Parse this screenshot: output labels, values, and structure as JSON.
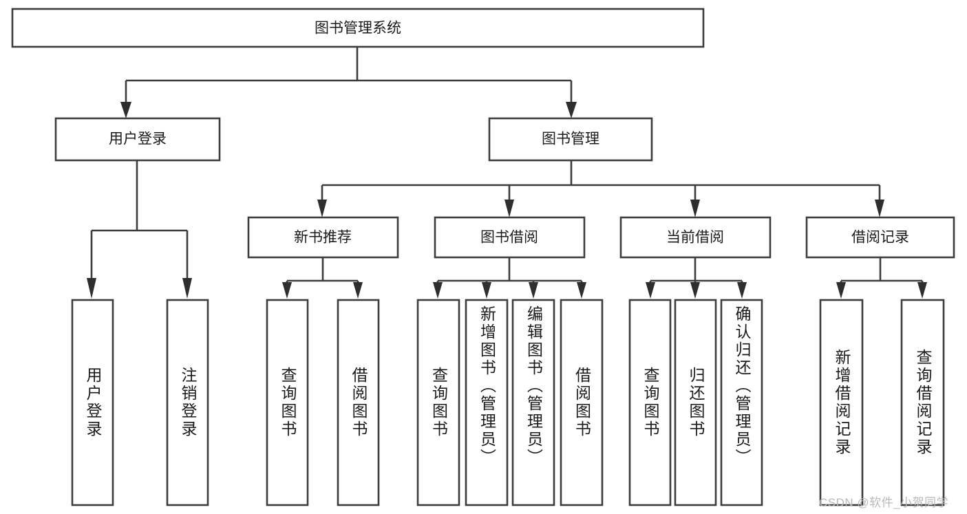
{
  "diagram": {
    "type": "tree-hierarchy-chart",
    "title": "图书管理系统",
    "orientation": "top-down",
    "colors": {
      "box_stroke": "#3c3c3c",
      "box_fill": "#ffffff",
      "connector": "#3c3c3c",
      "text": "#1a1a1a",
      "watermark": "#b9b9b9",
      "background": "#ffffff"
    },
    "nodes": {
      "root": {
        "id": "root",
        "label": "图书管理系统",
        "level": 0,
        "orientation": "horizontal"
      },
      "level1": [
        {
          "id": "user-login",
          "label": "用户登录",
          "level": 1,
          "orientation": "horizontal"
        },
        {
          "id": "book-manage",
          "label": "图书管理",
          "level": 1,
          "orientation": "horizontal"
        }
      ],
      "level2": [
        {
          "id": "new-book-recommend",
          "label": "新书推荐",
          "level": 2,
          "orientation": "horizontal",
          "parent": "book-manage"
        },
        {
          "id": "book-borrow",
          "label": "图书借阅",
          "level": 2,
          "orientation": "horizontal",
          "parent": "book-manage"
        },
        {
          "id": "current-borrow",
          "label": "当前借阅",
          "level": 2,
          "orientation": "horizontal",
          "parent": "book-manage"
        },
        {
          "id": "borrow-record",
          "label": "借阅记录",
          "level": 2,
          "orientation": "horizontal",
          "parent": "book-manage"
        }
      ],
      "leaves": [
        {
          "id": "leaf-user-login",
          "label": "用户登录",
          "parent": "user-login",
          "orientation": "vertical",
          "align": "center"
        },
        {
          "id": "leaf-logout-login",
          "label": "注销登录",
          "parent": "user-login",
          "orientation": "vertical",
          "align": "center"
        },
        {
          "id": "leaf-query-book-1",
          "label": "查询图书",
          "parent": "new-book-recommend",
          "orientation": "vertical",
          "align": "center"
        },
        {
          "id": "leaf-borrow-book-1",
          "label": "借阅图书",
          "parent": "new-book-recommend",
          "orientation": "vertical",
          "align": "center"
        },
        {
          "id": "leaf-query-book-2",
          "label": "查询图书",
          "parent": "book-borrow",
          "orientation": "vertical",
          "align": "center"
        },
        {
          "id": "leaf-add-book",
          "label": "新增图书（管理员）",
          "parent": "book-borrow",
          "orientation": "vertical",
          "align": "top"
        },
        {
          "id": "leaf-edit-book",
          "label": "编辑图书（管理员）",
          "parent": "book-borrow",
          "orientation": "vertical",
          "align": "top"
        },
        {
          "id": "leaf-borrow-book-2",
          "label": "借阅图书",
          "parent": "book-borrow",
          "orientation": "vertical",
          "align": "center"
        },
        {
          "id": "leaf-query-book-3",
          "label": "查询图书",
          "parent": "current-borrow",
          "orientation": "vertical",
          "align": "center"
        },
        {
          "id": "leaf-return-book",
          "label": "归还图书",
          "parent": "current-borrow",
          "orientation": "vertical",
          "align": "center"
        },
        {
          "id": "leaf-confirm-return",
          "label": "确认归还（管理员）",
          "parent": "current-borrow",
          "orientation": "vertical",
          "align": "top"
        },
        {
          "id": "leaf-add-borrow-record",
          "label": "新增借阅记录",
          "parent": "borrow-record",
          "orientation": "vertical",
          "align": "center"
        },
        {
          "id": "leaf-query-borrow-record",
          "label": "查询借阅记录",
          "parent": "borrow-record",
          "orientation": "vertical",
          "align": "center"
        }
      ]
    }
  },
  "watermark": {
    "text": "CSDN @软件_小贺同学"
  }
}
